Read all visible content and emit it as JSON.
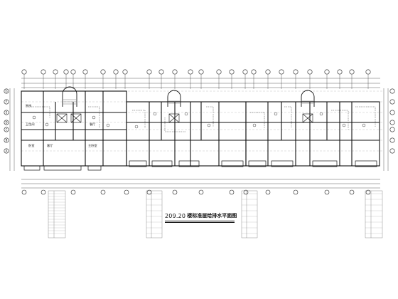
{
  "drawing": {
    "caption_number": "209.20",
    "caption_title": "楼标准层给排水平面图",
    "row_labels": [
      "G",
      "F",
      "E",
      "D",
      "C",
      "B",
      "A"
    ],
    "room_labels": {
      "kitchen": "厨房",
      "toilet": "卫生间",
      "living": "客厅",
      "bedroom": "卧室",
      "dining": "餐厅",
      "master_bedroom": "主卧室"
    }
  }
}
